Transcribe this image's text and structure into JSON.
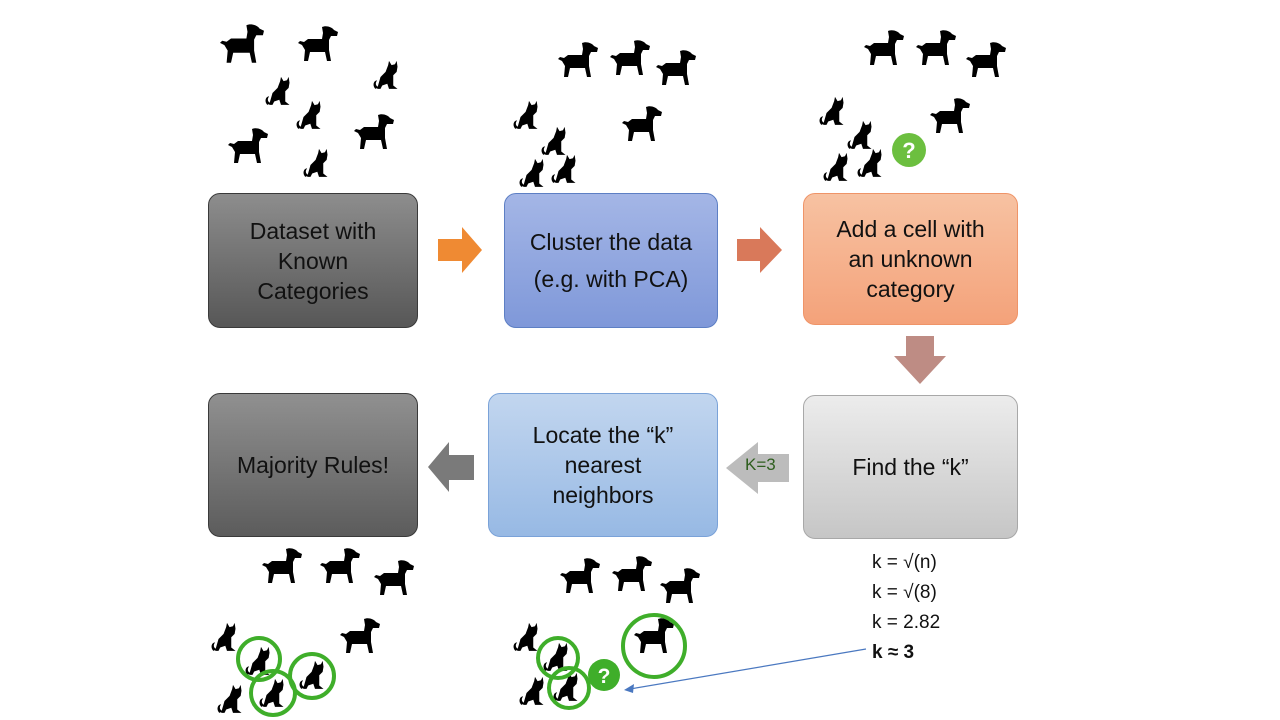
{
  "steps": {
    "dataset": "Dataset with\nKnown\nCategories",
    "cluster": "Cluster the data\n(e.g. with PCA)",
    "add_cell": "Add a cell with\nan unknown\ncategory",
    "find_k": "Find the “k”",
    "locate": "Locate the “k”\nnearest\nneighbors",
    "majority": "Majority Rules!"
  },
  "k_arrow_label": "K=3",
  "k_formula": {
    "line1": "k = √(n)",
    "line2": "k = √(8)",
    "line3": "k = 2.82",
    "line4": "k ≈ 3"
  },
  "icons": {
    "unknown_marker": "?",
    "dog": "dog-silhouette-icon",
    "cat": "cat-silhouette-icon"
  },
  "colors": {
    "dataset": "#707070",
    "cluster": "#8fa7df",
    "unknown": "#f5b08c",
    "find_k": "#d8d8d8",
    "locate": "#abc6ea",
    "majority": "#747474",
    "highlight": "#3fae2a"
  }
}
